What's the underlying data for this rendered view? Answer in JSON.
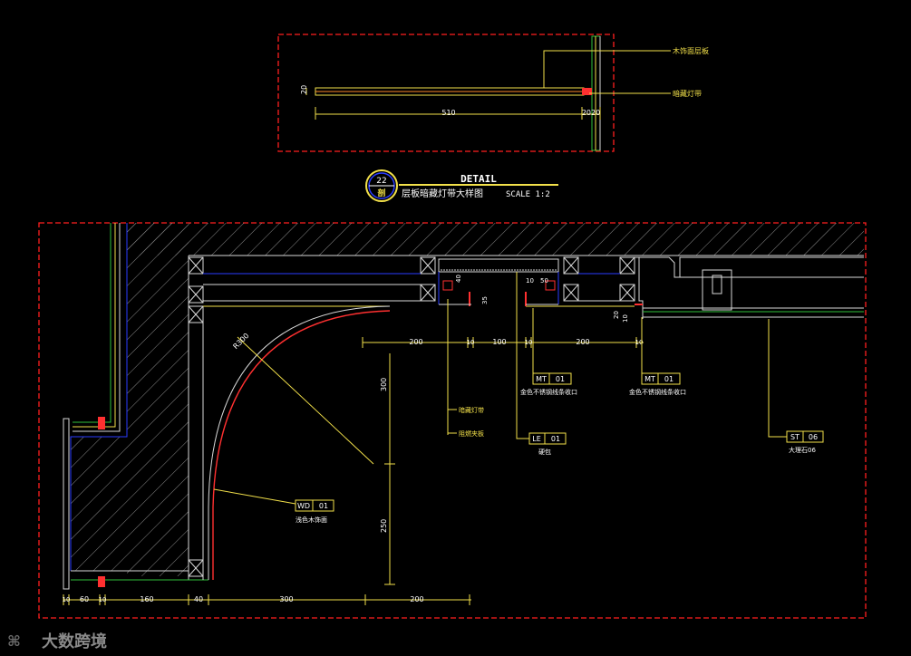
{
  "colors": {
    "background": "#000000",
    "frame": "#ff1f1f",
    "dimension": "#f2e04a",
    "wall": "#d8d8d8",
    "blue": "#2a3cff",
    "green": "#2fbf3a",
    "red": "#ff3030",
    "text": "#ffffff"
  },
  "top_detail": {
    "label_wood": "木饰面层板",
    "label_light": "暗藏灯带",
    "dim_height": "20",
    "dim_length": "510",
    "dim_end": "2020"
  },
  "title_block": {
    "number": "22",
    "sheet": "剖",
    "heading": "DETAIL",
    "subtitle": "层板暗藏灯带大样图",
    "scale": "SCALE 1:2"
  },
  "main_detail": {
    "radius": "R300",
    "top_dims": [
      "200",
      "10",
      "100",
      "10",
      "200",
      "10"
    ],
    "small_dims": [
      "40",
      "35",
      "10",
      "50",
      "20",
      "10"
    ],
    "vertical_dims": [
      "300",
      "250"
    ],
    "bottom_dims": [
      "10",
      "60",
      "10",
      "160",
      "40",
      "300",
      "200"
    ],
    "callouts": [
      {
        "code": "MT",
        "num": "01",
        "desc": "金色不锈钢线条收口"
      },
      {
        "code": "MT",
        "num": "01",
        "desc": "金色不锈钢线条收口"
      },
      {
        "code": "ST",
        "num": "06",
        "desc": "大理石06"
      },
      {
        "code": "LE",
        "num": "01",
        "desc": "硬包"
      },
      {
        "code": "WD",
        "num": "01",
        "desc": "浅色木饰面"
      }
    ],
    "notes": [
      "暗藏灯带",
      "阻燃夹板"
    ]
  },
  "watermark": {
    "brand": "大数跨境"
  }
}
